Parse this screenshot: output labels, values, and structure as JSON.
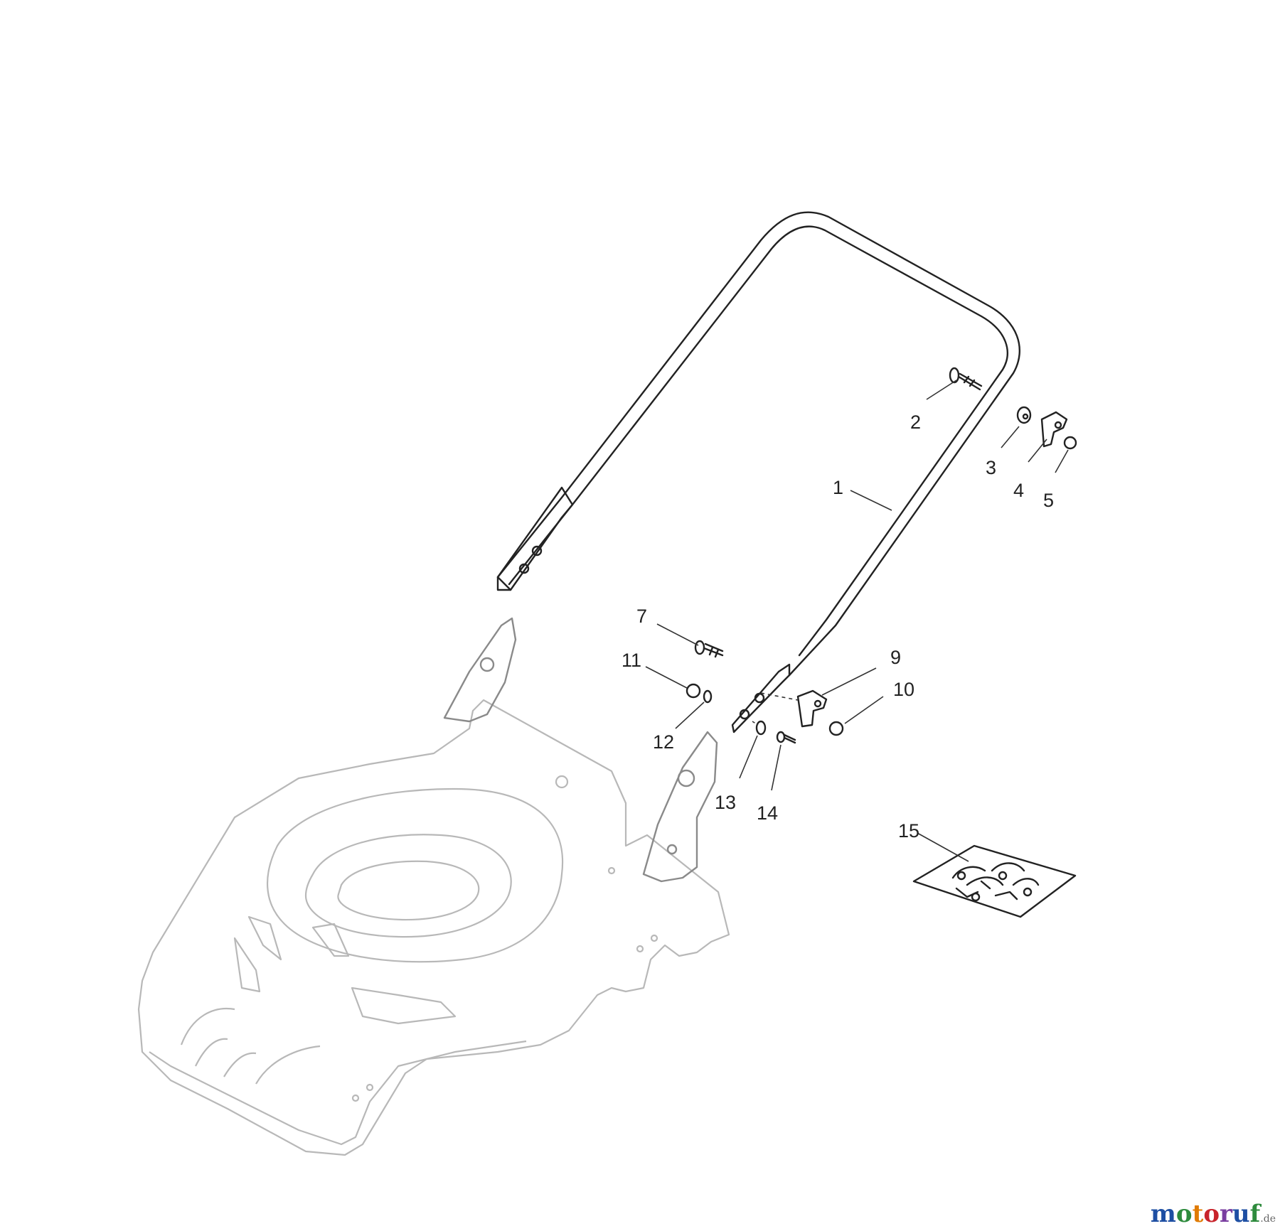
{
  "callouts": [
    "1",
    "2",
    "3",
    "4",
    "5",
    "7",
    "9",
    "10",
    "11",
    "12",
    "13",
    "14",
    "15"
  ],
  "watermark": {
    "brand": "motoruf",
    "tld": ".de",
    "colors": [
      "#1e4fa3",
      "#2e8b3d",
      "#e07b00",
      "#c8242b",
      "#7a3ea0",
      "#1e4fa3",
      "#2e8b3d"
    ]
  },
  "parts": [
    {
      "id": "1",
      "name": "handle"
    },
    {
      "id": "2",
      "name": "bolt"
    },
    {
      "id": "3",
      "name": "cable-clip"
    },
    {
      "id": "4",
      "name": "knob"
    },
    {
      "id": "5",
      "name": "nut"
    },
    {
      "id": "7",
      "name": "bolt"
    },
    {
      "id": "9",
      "name": "knob"
    },
    {
      "id": "10",
      "name": "nut"
    },
    {
      "id": "11",
      "name": "nut"
    },
    {
      "id": "12",
      "name": "washer"
    },
    {
      "id": "13",
      "name": "washer"
    },
    {
      "id": "14",
      "name": "screw"
    },
    {
      "id": "15",
      "name": "hardware-kit"
    }
  ]
}
